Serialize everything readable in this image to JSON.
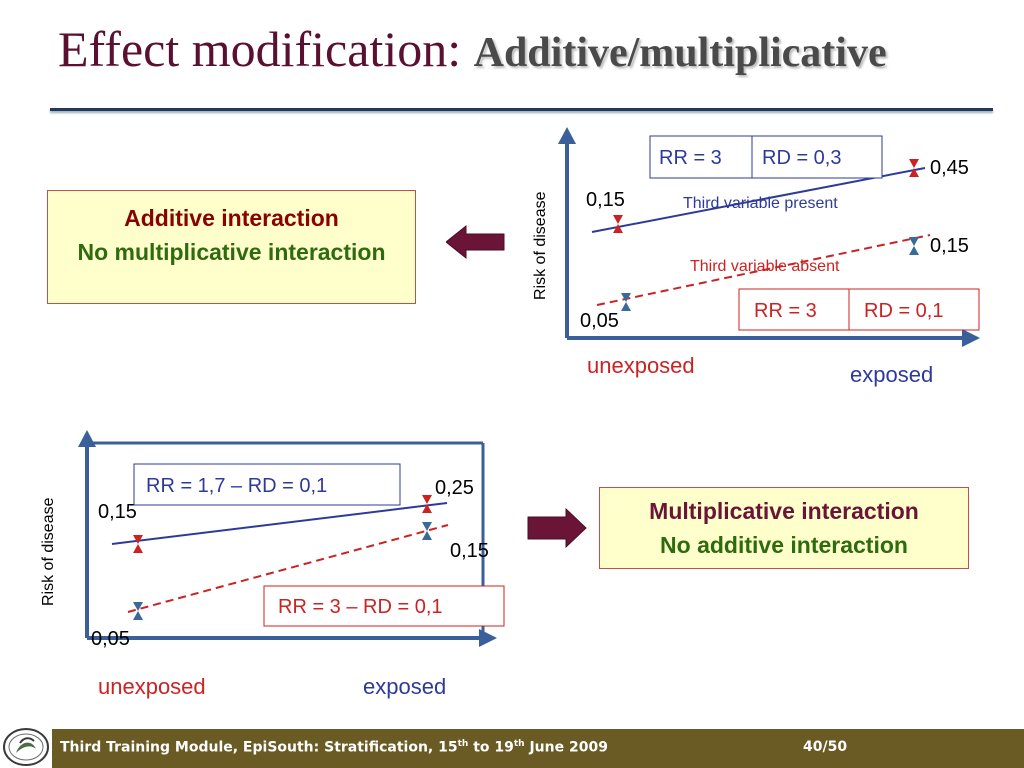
{
  "slide": {
    "title_part1": "Effect modification: ",
    "title_part2": "Additive/multiplicative"
  },
  "top_box": {
    "line1": "Additive interaction",
    "line2": "No multiplicative interaction"
  },
  "bottom_box": {
    "line1": "Multiplicative interaction",
    "line2": "No additive interaction"
  },
  "colors": {
    "title": "#5a1030",
    "box_text_top": "#8b0000",
    "box_text_green": "#2e6b0e",
    "axis": "#3a5f9a",
    "present_line": "#2e3a9a",
    "absent_line": "#cc2222",
    "arrow": "#6a1438",
    "footer": "#6a5a24"
  },
  "chart_data": [
    {
      "type": "line",
      "ylabel": "Risk of disease",
      "categories": [
        "unexposed",
        "exposed"
      ],
      "series": [
        {
          "name": "Third variable present",
          "values": [
            0.15,
            0.45
          ]
        },
        {
          "name": "Third variable absent",
          "values": [
            0.05,
            0.15
          ]
        }
      ],
      "value_labels": [
        "0,15",
        "0,45",
        "0,05",
        "0,15"
      ],
      "annotations": {
        "present_rr": "RR = 3",
        "present_rd": "RD = 0,3",
        "absent_rr": "RR = 3",
        "absent_rd": "RD = 0,1"
      }
    },
    {
      "type": "line",
      "ylabel": "Risk of disease",
      "categories": [
        "unexposed",
        "exposed"
      ],
      "series": [
        {
          "values": [
            0.15,
            0.25
          ]
        },
        {
          "values": [
            0.05,
            0.15
          ]
        }
      ],
      "value_labels": [
        "0,15",
        "0,25",
        "0,05",
        "0,15"
      ],
      "annotations": {
        "present": "RR = 1,7 – RD = 0,1",
        "absent": "RR = 3 – RD = 0,1"
      }
    }
  ],
  "footer": {
    "text_a": "Third Training Module, EpiSouth: Stratification,  15",
    "sup1": "th",
    "text_b": " to 19",
    "sup2": "th",
    "text_c": " June 2009",
    "page": "40/50"
  }
}
